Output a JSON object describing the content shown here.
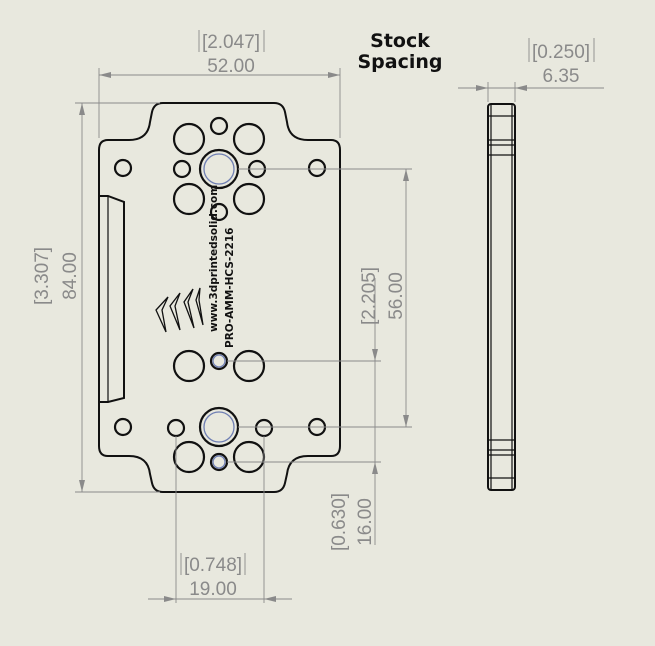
{
  "heading": {
    "line1": "Stock",
    "line2": "Spacing"
  },
  "dimensions": {
    "width": {
      "inch": "[2.047]",
      "mm": "52.00"
    },
    "height": {
      "inch": "[3.307]",
      "mm": "84.00"
    },
    "hole_spacing": {
      "inch": "[2.205]",
      "mm": "56.00"
    },
    "lower_offset": {
      "inch": "[0.630]",
      "mm": "16.00"
    },
    "bottom_width": {
      "inch": "[0.748]",
      "mm": "19.00"
    },
    "thickness": {
      "inch": "[0.250]",
      "mm": "6.35"
    }
  },
  "engraving": {
    "line1": "www.3dprintedsolid.com",
    "line2": "PRO-AMM-HCS-2216"
  },
  "colors": {
    "background": "#e8e8de",
    "part_outline": "#111111",
    "dimension": "#8a8a8a",
    "selected_hole": "#6f7fb3"
  }
}
